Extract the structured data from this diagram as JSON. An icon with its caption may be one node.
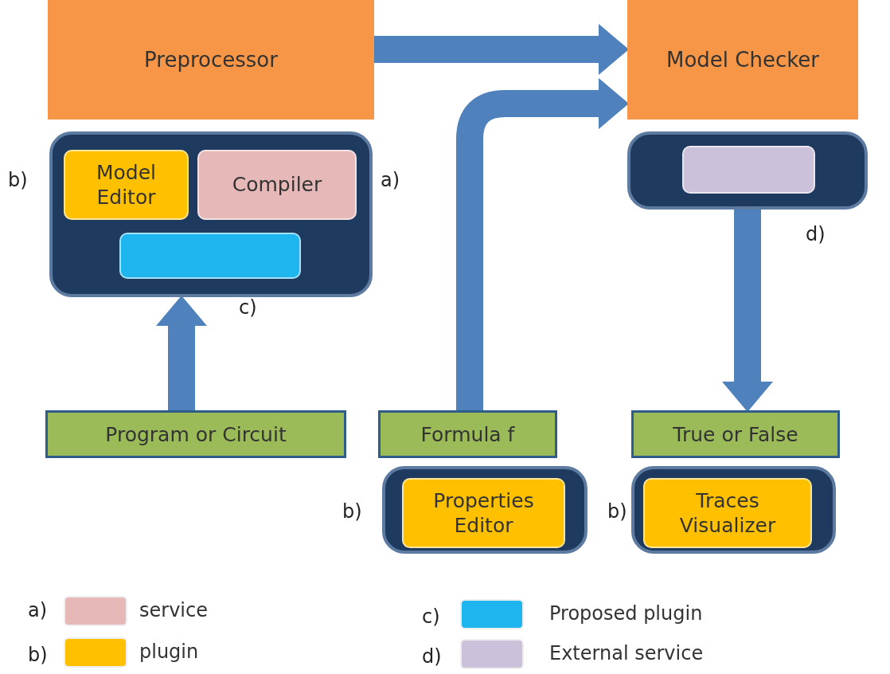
{
  "diagram": {
    "nodes": [
      {
        "text": [
          "Preprocessor"
        ]
      },
      {
        "text": [],
        "shape": "box"
      },
      {
        "text": [
          "Model Editor"
        ],
        "in": 1
      },
      {
        "text": [
          "Compiler"
        ],
        "in": 1
      },
      {
        "text": [],
        "shape": "box",
        "in": 1
      },
      {
        "text": [
          "Model Checker"
        ]
      },
      {
        "text": [],
        "shape": "box"
      },
      {
        "text": [],
        "shape": "box",
        "in": 6
      },
      {
        "text": [
          "Program or Circuit"
        ]
      },
      {
        "text": [
          "Formula f"
        ]
      },
      {
        "text": [
          "True or False"
        ]
      },
      {
        "text": [],
        "shape": "box"
      },
      {
        "text": [
          "Properties Editor"
        ],
        "in": 11
      },
      {
        "text": [],
        "shape": "box"
      },
      {
        "text": [
          "Traces Visualizer"
        ],
        "in": 13
      }
    ],
    "edges": [
      {
        "from": 8,
        "to": 1,
        "arrow": "to"
      },
      {
        "from": 0,
        "to": 5,
        "arrow": "to"
      },
      {
        "from": 9,
        "to": 5,
        "arrow": "to"
      },
      {
        "from": 6,
        "to": 10,
        "arrow": "to"
      }
    ],
    "labels": [
      "b)",
      "a)",
      "d)",
      "c)",
      "b)",
      "b)",
      "a)",
      "c)",
      "b)",
      "d)"
    ],
    "legend": [
      {
        "text": "service",
        "color": "#e6b9b8"
      },
      {
        "text": "Proposed plugin",
        "color": "#1fb5ee"
      },
      {
        "text": "plugin",
        "color": "#ffc000"
      },
      {
        "text": "External service",
        "color": "#ccc1da"
      }
    ]
  }
}
